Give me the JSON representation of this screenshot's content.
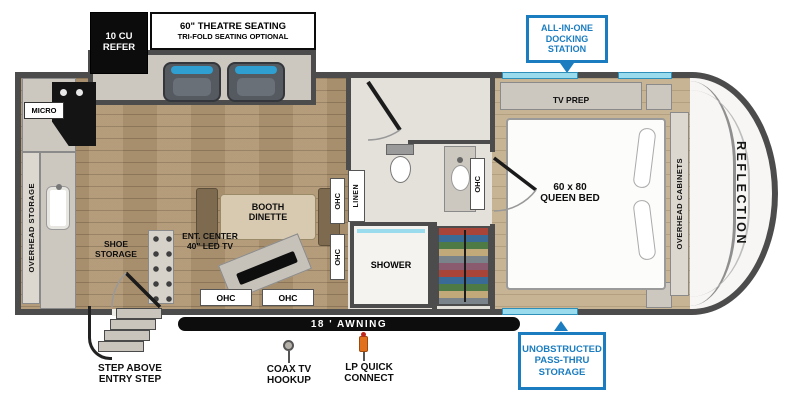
{
  "colors": {
    "wall": "#4c4c4c",
    "accent_blue": "#1b7dc0",
    "window_blue": "#9adcee",
    "awning_black": "#0d0d0d",
    "wood_floor": "#b09673"
  },
  "exterior": {
    "refer": "10 CU\nREFER",
    "theatre_title": "60\" THEATRE SEATING",
    "theatre_sub": "TRI-FOLD SEATING OPTIONAL",
    "docking": "ALL-IN-ONE\nDOCKING\nSTATION",
    "awning": "18 ' AWNING",
    "entry_step": "STEP ABOVE\nENTRY STEP",
    "coax": "COAX TV\nHOOKUP",
    "lp": "LP QUICK\nCONNECT",
    "passthru": "UNOBSTRUCTED\nPASS-THRU\nSTORAGE"
  },
  "interior": {
    "micro": "MICRO",
    "overhead_storage": "OVERHEAD STORAGE",
    "shoe_storage": "SHOE\nSTORAGE",
    "booth_dinette": "BOOTH\nDINETTE",
    "ent_center": "ENT. CENTER\n40\" LED TV",
    "ohc": "OHC",
    "linen": "LINEN",
    "shower": "SHOWER",
    "tv_prep": "TV PREP",
    "queen_bed": "60 x 80\nQUEEN BED",
    "overhead_cabinets": "OVERHEAD CABINETS",
    "brand": "REFLECTION"
  }
}
